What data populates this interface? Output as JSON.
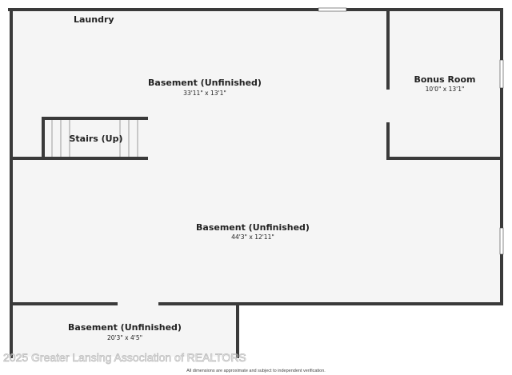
{
  "labels": {
    "laundry": "Laundry",
    "stairs": "Stairs (Up)"
  },
  "rooms": {
    "upper_basement": {
      "name": "Basement (Unfinished)",
      "dims": "33'11\" x 13'1\""
    },
    "bonus_room": {
      "name": "Bonus Room",
      "dims": "10'0\" x 13'1\""
    },
    "main_basement": {
      "name": "Basement (Unfinished)",
      "dims": "44'3\" x 12'11\""
    },
    "lower_basement": {
      "name": "Basement (Unfinished)",
      "dims": "20'3\" x 4'5\""
    }
  },
  "footer": {
    "watermark": "2025 Greater Lansing Association of REALTORS",
    "disclaimer": "All dimensions are approximate and subject to independent verification."
  },
  "colors": {
    "wall": "#3a3a3a",
    "floor": "#f5f5f5",
    "window": "#ffffff"
  }
}
